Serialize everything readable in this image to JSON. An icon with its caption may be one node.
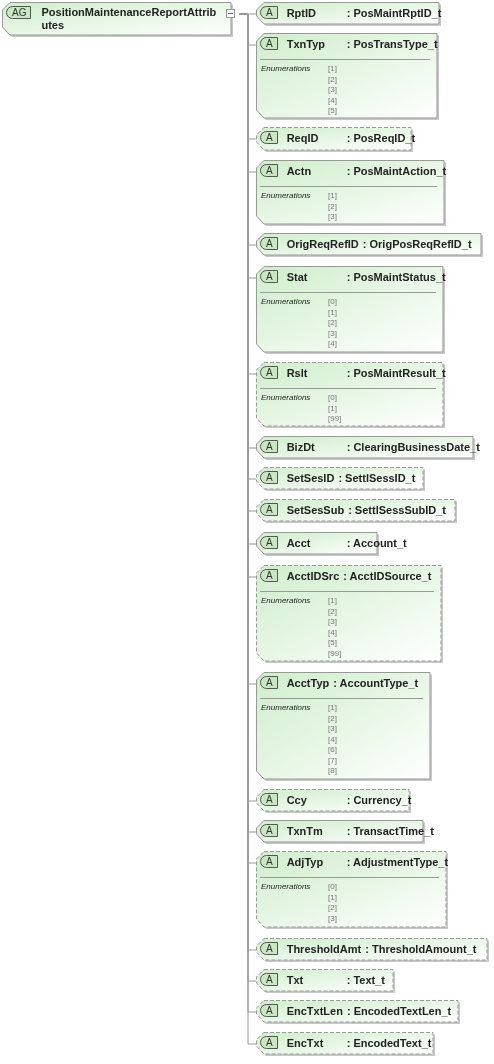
{
  "diagram": {
    "nodes": [
      {
        "text": [
          "AG",
          "PositionMaintenanceReportAttributes"
        ]
      },
      {
        "text": [
          "A",
          "RptID",
          ": PosMaintRptID_t"
        ]
      },
      {
        "text": [
          "A",
          "TxnTyp",
          ": PosTransType_t",
          "Enumerations",
          "[1]",
          "[2]",
          "[3]",
          "[4]",
          "[5]"
        ]
      },
      {
        "text": [
          "A",
          "ReqID",
          ": PosReqID_t"
        ]
      },
      {
        "text": [
          "A",
          "Actn",
          ": PosMaintAction_t",
          "Enumerations",
          "[1]",
          "[2]",
          "[3]"
        ]
      },
      {
        "text": [
          "A",
          "OrigReqRefID",
          ": OrigPosReqRefID_t"
        ]
      },
      {
        "text": [
          "A",
          "Stat",
          ": PosMaintStatus_t",
          "Enumerations",
          "[0]",
          "[1]",
          "[2]",
          "[3]",
          "[4]"
        ]
      },
      {
        "text": [
          "A",
          "Rslt",
          ": PosMaintResult_t",
          "Enumerations",
          "[0]",
          "[1]",
          "[99]"
        ]
      },
      {
        "text": [
          "A",
          "BizDt",
          ": ClearingBusinessDate_t"
        ]
      },
      {
        "text": [
          "A",
          "SetSesID",
          ": SettlSessID_t"
        ]
      },
      {
        "text": [
          "A",
          "SetSesSub",
          ": SettlSessSubID_t"
        ]
      },
      {
        "text": [
          "A",
          "Acct",
          ": Account_t"
        ]
      },
      {
        "text": [
          "A",
          "AcctIDSrc",
          ": AcctIDSource_t",
          "Enumerations",
          "[1]",
          "[2]",
          "[3]",
          "[4]",
          "[5]",
          "[99]"
        ]
      },
      {
        "text": [
          "A",
          "AcctTyp",
          ": AccountType_t",
          "Enumerations",
          "[1]",
          "[2]",
          "[3]",
          "[4]",
          "[6]",
          "[7]",
          "[8]"
        ]
      },
      {
        "text": [
          "A",
          "Ccy",
          ": Currency_t"
        ]
      },
      {
        "text": [
          "A",
          "TxnTm",
          ": TransactTime_t"
        ]
      },
      {
        "text": [
          "A",
          "AdjTyp",
          ": AdjustmentType_t",
          "Enumerations",
          "[0]",
          "[1]",
          "[2]",
          "[3]"
        ]
      },
      {
        "text": [
          "A",
          "ThresholdAmt",
          ": ThresholdAmount_t"
        ]
      },
      {
        "text": [
          "A",
          "Txt",
          ": Text_t"
        ]
      },
      {
        "text": [
          "A",
          "EncTxtLen",
          ": EncodedTextLen_t"
        ]
      },
      {
        "text": [
          "A",
          "EncTxt",
          ": EncodedText_t"
        ]
      }
    ],
    "edges": [
      {
        "from": 0,
        "to": 1,
        "arrow": "none"
      },
      {
        "from": 0,
        "to": 2,
        "arrow": "none"
      },
      {
        "from": 0,
        "to": 3,
        "arrow": "none"
      },
      {
        "from": 0,
        "to": 4,
        "arrow": "none"
      },
      {
        "from": 0,
        "to": 5,
        "arrow": "none"
      },
      {
        "from": 0,
        "to": 6,
        "arrow": "none"
      },
      {
        "from": 0,
        "to": 7,
        "arrow": "none"
      },
      {
        "from": 0,
        "to": 8,
        "arrow": "none"
      },
      {
        "from": 0,
        "to": 9,
        "arrow": "none"
      },
      {
        "from": 0,
        "to": 10,
        "arrow": "none"
      },
      {
        "from": 0,
        "to": 11,
        "arrow": "none"
      },
      {
        "from": 0,
        "to": 12,
        "arrow": "none"
      },
      {
        "from": 0,
        "to": 13,
        "arrow": "none"
      },
      {
        "from": 0,
        "to": 14,
        "arrow": "none"
      },
      {
        "from": 0,
        "to": 15,
        "arrow": "none"
      },
      {
        "from": 0,
        "to": 16,
        "arrow": "none"
      },
      {
        "from": 0,
        "to": 17,
        "arrow": "none"
      },
      {
        "from": 0,
        "to": 18,
        "arrow": "none"
      },
      {
        "from": 0,
        "to": 19,
        "arrow": "none"
      },
      {
        "from": 0,
        "to": 20,
        "arrow": "none"
      }
    ]
  }
}
